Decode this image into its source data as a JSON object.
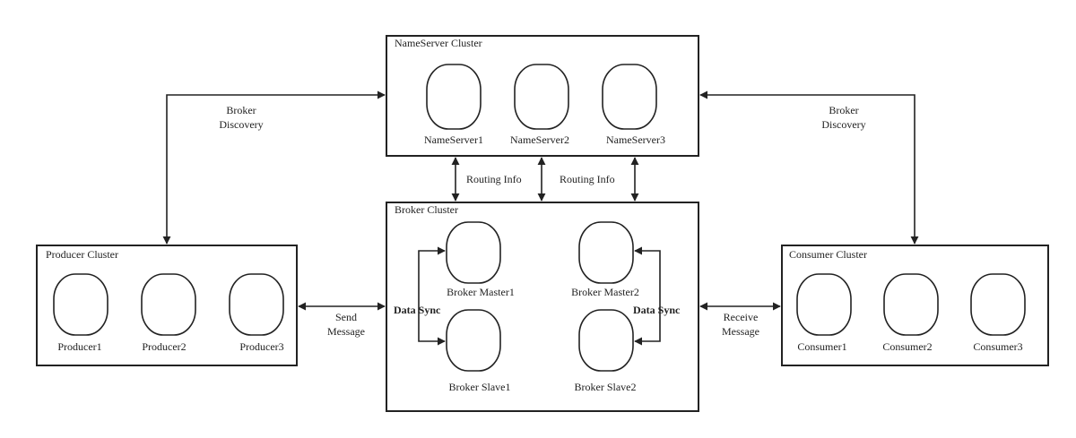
{
  "clusters": {
    "nameserver": {
      "title": "NameServer Cluster",
      "nodes": [
        "NameServer1",
        "NameServer2",
        "NameServer3"
      ]
    },
    "broker": {
      "title": "Broker Cluster",
      "masters": [
        "Broker Master1",
        "Broker Master2"
      ],
      "slaves": [
        "Broker Slave1",
        "Broker Slave2"
      ]
    },
    "producer": {
      "title": "Producer Cluster",
      "nodes": [
        "Producer1",
        "Producer2",
        "Producer3"
      ]
    },
    "consumer": {
      "title": "Consumer Cluster",
      "nodes": [
        "Consumer1",
        "Consumer2",
        "Consumer3"
      ]
    }
  },
  "labels": {
    "broker_discovery_left": [
      "Broker",
      "Discovery"
    ],
    "broker_discovery_right": [
      "Broker",
      "Discovery"
    ],
    "routing_info_left": "Routing Info",
    "routing_info_right": "Routing Info",
    "send_message": [
      "Send",
      "Message"
    ],
    "receive_message": [
      "Receive",
      "Message"
    ],
    "data_sync_left": "Data Sync",
    "data_sync_right": "Data Sync"
  }
}
